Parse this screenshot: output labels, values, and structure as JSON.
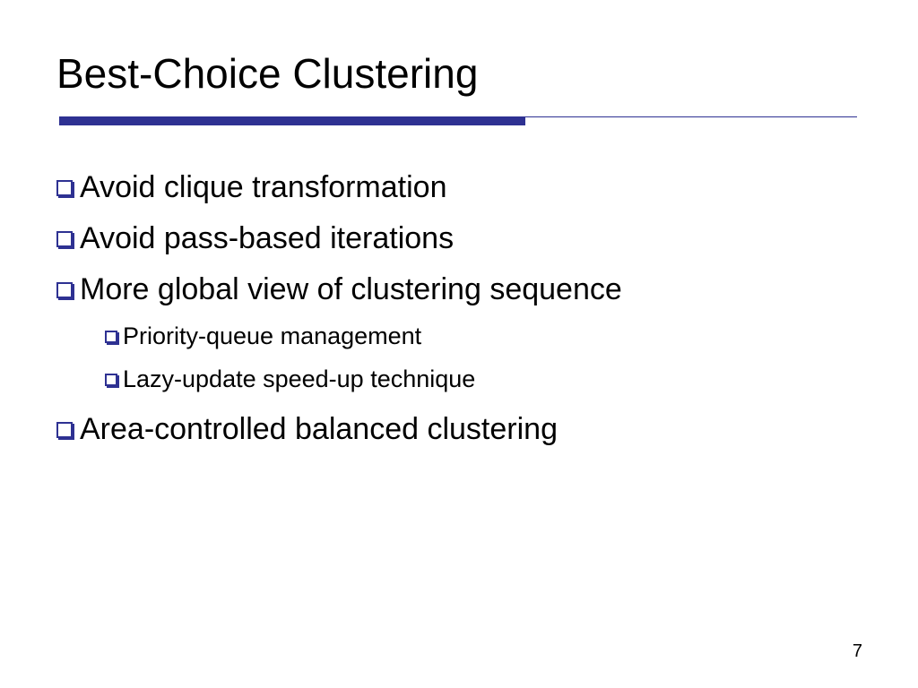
{
  "slide": {
    "title": "Best-Choice Clustering",
    "bullets": [
      {
        "text": "Avoid clique transformation",
        "level": 1
      },
      {
        "text": "Avoid pass-based iterations",
        "level": 1
      },
      {
        "text": "More global view of clustering sequence",
        "level": 1
      },
      {
        "text": "Priority-queue management",
        "level": 2
      },
      {
        "text": "Lazy-update speed-up technique",
        "level": 2
      },
      {
        "text": "Area-controlled balanced clustering",
        "level": 1
      }
    ],
    "page_number": "7",
    "bullet_icon": "hollow-square-bullet-icon",
    "accent_color": "#2e3192"
  }
}
